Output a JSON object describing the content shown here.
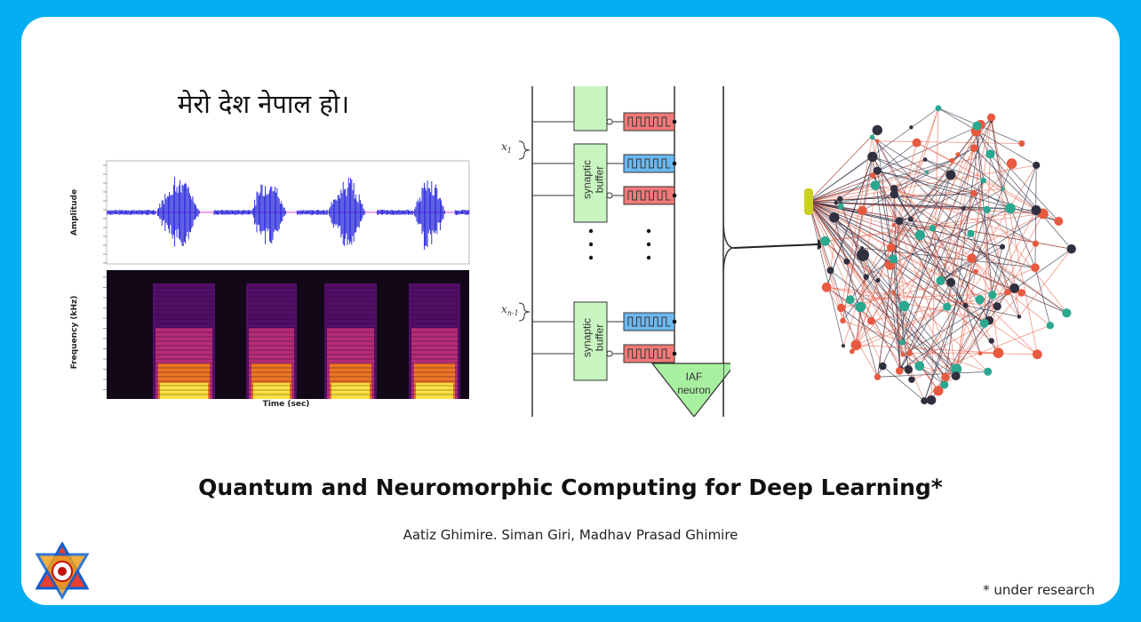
{
  "slide": {
    "devanagari_text": "मेरो देश नेपाल हो।",
    "title": "Quantum and Neuromorphic Computing for Deep Learning*",
    "authors": "Aatiz Ghimire. Siman Giri, Madhav Prasad Ghimire",
    "footnote": "*  under research"
  },
  "audio_figure": {
    "amplitude_label": "Amplitude",
    "frequency_label": "Frequency (kHz)",
    "time_label": "Time (sec)",
    "waveform_color": "#1c1cd8",
    "spectrogram_colors": [
      "#120818",
      "#5a0f70",
      "#c0307a",
      "#f07820",
      "#ffe040"
    ]
  },
  "snn_diagram": {
    "input_labels": [
      "x1",
      "xn-1"
    ],
    "buffer_label": "synaptic buffer",
    "neuron_label": "IAF neuron",
    "buffer_fill": "#c8f5c0",
    "spike_fill_red": "#f07a78",
    "spike_fill_blue": "#6cb8f0",
    "neuron_fill": "#a8f0a0"
  },
  "network_graph": {
    "edge_colors": [
      "#2a2a40",
      "#e86a55"
    ],
    "node_colors": [
      "#2aa890",
      "#e85a40",
      "#303040"
    ],
    "hub_color": "#c8d020"
  }
}
